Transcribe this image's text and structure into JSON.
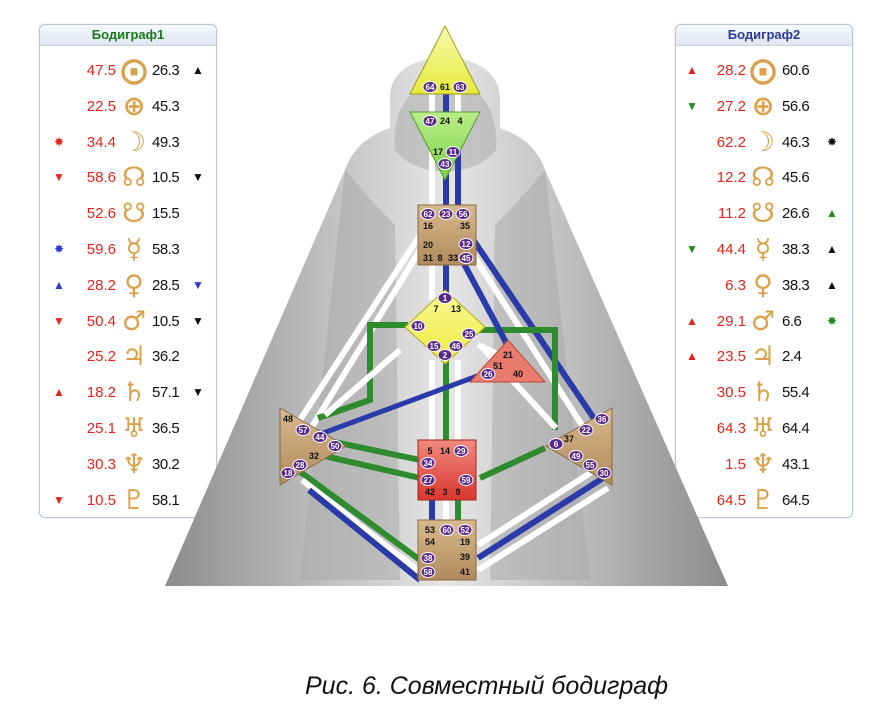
{
  "panel_left": {
    "title": "Бодиграф1",
    "rows": [
      {
        "m1": "",
        "m1c": "",
        "v1": "47.5",
        "planet": "sun-icon",
        "glyph": "⨀",
        "v2": "26.3",
        "m2": "▲",
        "m2c": "#111111"
      },
      {
        "m1": "",
        "m1c": "",
        "v1": "22.5",
        "planet": "earth-icon",
        "glyph": "⊕",
        "v2": "45.3",
        "m2": "",
        "m2c": ""
      },
      {
        "m1": "✸",
        "m1c": "#e0261c",
        "v1": "34.4",
        "planet": "moon-icon",
        "glyph": "☽",
        "v2": "49.3",
        "m2": "",
        "m2c": ""
      },
      {
        "m1": "▼",
        "m1c": "#e0261c",
        "v1": "58.6",
        "planet": "north-node-icon",
        "glyph": "☊",
        "v2": "10.5",
        "m2": "▼",
        "m2c": "#111111"
      },
      {
        "m1": "",
        "m1c": "",
        "v1": "52.6",
        "planet": "south-node-icon",
        "glyph": "☋",
        "v2": "15.5",
        "m2": "",
        "m2c": ""
      },
      {
        "m1": "✸",
        "m1c": "#2a3ad0",
        "v1": "59.6",
        "planet": "mercury-icon",
        "glyph": "☿",
        "v2": "58.3",
        "m2": "",
        "m2c": ""
      },
      {
        "m1": "▲",
        "m1c": "#2a3ad0",
        "v1": "28.2",
        "planet": "venus-icon",
        "glyph": "♀",
        "v2": "28.5",
        "m2": "▼",
        "m2c": "#2a3ad0"
      },
      {
        "m1": "▼",
        "m1c": "#e0261c",
        "v1": "50.4",
        "planet": "mars-icon",
        "glyph": "♂",
        "v2": "10.5",
        "m2": "▼",
        "m2c": "#111111"
      },
      {
        "m1": "",
        "m1c": "",
        "v1": "25.2",
        "planet": "jupiter-icon",
        "glyph": "♃",
        "v2": "36.2",
        "m2": "",
        "m2c": ""
      },
      {
        "m1": "▲",
        "m1c": "#e0261c",
        "v1": "18.2",
        "planet": "saturn-icon",
        "glyph": "♄",
        "v2": "57.1",
        "m2": "▼",
        "m2c": "#111111"
      },
      {
        "m1": "",
        "m1c": "",
        "v1": "25.1",
        "planet": "uranus-icon",
        "glyph": "♅",
        "v2": "36.5",
        "m2": "",
        "m2c": ""
      },
      {
        "m1": "",
        "m1c": "",
        "v1": "30.3",
        "planet": "neptune-icon",
        "glyph": "♆",
        "v2": "30.2",
        "m2": "",
        "m2c": ""
      },
      {
        "m1": "▼",
        "m1c": "#e0261c",
        "v1": "10.5",
        "planet": "pluto-icon",
        "glyph": "♇",
        "v2": "58.1",
        "m2": "",
        "m2c": ""
      }
    ]
  },
  "panel_right": {
    "title": "Бодиграф2",
    "rows": [
      {
        "m1": "▲",
        "m1c": "#e0261c",
        "v1": "28.2",
        "planet": "sun-icon",
        "glyph": "⨀",
        "v2": "60.6",
        "m2": "",
        "m2c": ""
      },
      {
        "m1": "▼",
        "m1c": "#1f8a1f",
        "v1": "27.2",
        "planet": "earth-icon",
        "glyph": "⊕",
        "v2": "56.6",
        "m2": "",
        "m2c": ""
      },
      {
        "m1": "",
        "m1c": "",
        "v1": "62.2",
        "planet": "moon-icon",
        "glyph": "☽",
        "v2": "46.3",
        "m2": "✸",
        "m2c": "#111111"
      },
      {
        "m1": "",
        "m1c": "",
        "v1": "12.2",
        "planet": "north-node-icon",
        "glyph": "☊",
        "v2": "45.6",
        "m2": "",
        "m2c": ""
      },
      {
        "m1": "",
        "m1c": "",
        "v1": "11.2",
        "planet": "south-node-icon",
        "glyph": "☋",
        "v2": "26.6",
        "m2": "▲",
        "m2c": "#1f8a1f"
      },
      {
        "m1": "▼",
        "m1c": "#1f8a1f",
        "v1": "44.4",
        "planet": "mercury-icon",
        "glyph": "☿",
        "v2": "38.3",
        "m2": "▲",
        "m2c": "#111111"
      },
      {
        "m1": "",
        "m1c": "",
        "v1": "6.3",
        "planet": "venus-icon",
        "glyph": "♀",
        "v2": "38.3",
        "m2": "▲",
        "m2c": "#111111"
      },
      {
        "m1": "▲",
        "m1c": "#e0261c",
        "v1": "29.1",
        "planet": "mars-icon",
        "glyph": "♂",
        "v2": "6.6",
        "m2": "✸",
        "m2c": "#1f8a1f"
      },
      {
        "m1": "▲",
        "m1c": "#e0261c",
        "v1": "23.5",
        "planet": "jupiter-icon",
        "glyph": "♃",
        "v2": "2.4",
        "m2": "",
        "m2c": ""
      },
      {
        "m1": "",
        "m1c": "",
        "v1": "30.5",
        "planet": "saturn-icon",
        "glyph": "♄",
        "v2": "55.4",
        "m2": "",
        "m2c": ""
      },
      {
        "m1": "",
        "m1c": "",
        "v1": "64.3",
        "planet": "uranus-icon",
        "glyph": "♅",
        "v2": "64.4",
        "m2": "",
        "m2c": ""
      },
      {
        "m1": "",
        "m1c": "",
        "v1": "1.5",
        "planet": "neptune-icon",
        "glyph": "♆",
        "v2": "43.1",
        "m2": "",
        "m2c": ""
      },
      {
        "m1": "",
        "m1c": "",
        "v1": "64.5",
        "planet": "pluto-icon",
        "glyph": "♇",
        "v2": "64.5",
        "m2": "",
        "m2c": ""
      }
    ]
  },
  "bodygraph": {
    "colors": {
      "head": "#eef26a",
      "ajna": "#9be05a",
      "throat": "#c9a77a",
      "g": "#f1f04a",
      "ego": "#e87a6a",
      "sacral": "#e8514a",
      "spleen": "#b98b5a",
      "solar": "#b98b5a",
      "root": "#c9a77a",
      "green_channel": "#2e8b2e",
      "blue_channel": "#2a3aa8",
      "active_gate": "#5a2a8a",
      "silhouette_dark": "#8d8d8d",
      "silhouette_light": "#d9d9d9"
    },
    "centers": {
      "head": {
        "plain": [
          "61"
        ],
        "active": [
          "64",
          "63"
        ]
      },
      "ajna": {
        "plain": [
          "24",
          "4"
        ],
        "active": [
          "47",
          "11",
          "43"
        ],
        "extra_plain": [
          "17"
        ]
      },
      "throat": {
        "plain": [
          "16",
          "35",
          "20",
          "31",
          "8",
          "33"
        ],
        "active": [
          "62",
          "23",
          "56",
          "12",
          "45"
        ]
      },
      "g": {
        "plain": [
          "7",
          "13"
        ],
        "active": [
          "1",
          "10",
          "25",
          "15",
          "46",
          "2"
        ]
      },
      "ego": {
        "plain": [
          "21",
          "51",
          "40"
        ],
        "active": [
          "26"
        ]
      },
      "spleen": {
        "plain": [
          "48",
          "32"
        ],
        "active": [
          "57",
          "44",
          "50",
          "28",
          "18"
        ]
      },
      "sacral": {
        "plain": [
          "5",
          "14",
          "42",
          "3",
          "9"
        ],
        "active": [
          "29",
          "34",
          "27",
          "59"
        ]
      },
      "solar": {
        "plain": [
          "37"
        ],
        "active": [
          "36",
          "22",
          "6",
          "49",
          "55",
          "30"
        ]
      },
      "root": {
        "plain": [
          "53",
          "54",
          "19",
          "39",
          "41"
        ],
        "active": [
          "60",
          "52",
          "38",
          "58"
        ]
      }
    }
  },
  "caption": "Рис. 6. Совместный бодиграф"
}
